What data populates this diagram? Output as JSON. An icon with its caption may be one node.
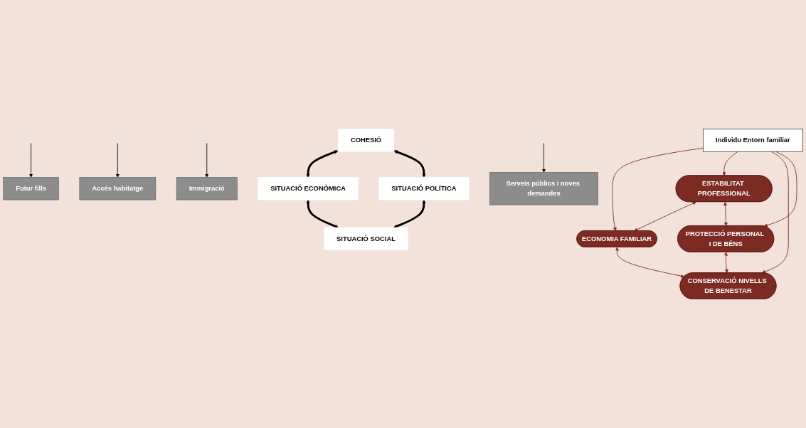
{
  "diagram": {
    "nodes": [
      {
        "text": [
          "SITUACIÓ ECONÒMICA"
        ]
      },
      {
        "text": [
          "Futur fills"
        ]
      },
      {
        "text": [
          "Accés habitatge"
        ]
      },
      {
        "text": [
          "ECONOMIA FAMILIAR"
        ]
      },
      {
        "text": [
          "COHESIÓ"
        ]
      },
      {
        "text": [
          "SITUACIÓ SOCIAL"
        ]
      },
      {
        "text": [
          "ESTABILITAT PROFESSIONAL"
        ]
      },
      {
        "text": [
          "Individu Entorn familiar"
        ]
      },
      {
        "text": [
          "CONSERVACIÓ NIVELLS DE BENESTAR"
        ]
      },
      {
        "text": [
          "PROTECCIÓ PERSONAL I DE BÉNS"
        ]
      },
      {
        "text": [
          "Immigració"
        ]
      },
      {
        "text": [
          "Serveis públics i noves demandes"
        ]
      },
      {
        "text": [
          "SITUACIÓ POLÍTICA"
        ]
      }
    ],
    "edges": [
      {
        "from": 4,
        "to": 0,
        "arrow": "both",
        "style": "thick"
      },
      {
        "from": 0,
        "to": 5,
        "arrow": "both",
        "style": "thick"
      },
      {
        "from": 4,
        "to": 12,
        "arrow": "both",
        "style": "thick"
      },
      {
        "from": 12,
        "to": 5,
        "arrow": "both",
        "style": "thick"
      },
      {
        "from": null,
        "to": 1,
        "arrow": "to"
      },
      {
        "from": null,
        "to": 2,
        "arrow": "to"
      },
      {
        "from": 7,
        "to": 3,
        "arrow": "to",
        "color": "#7b2b22"
      },
      {
        "from": 7,
        "to": 6,
        "arrow": "to",
        "color": "#7b2b22"
      },
      {
        "from": 7,
        "to": 8,
        "arrow": "to",
        "color": "#7b2b22"
      },
      {
        "from": 7,
        "to": 9,
        "arrow": "to",
        "color": "#7b2b22"
      },
      {
        "from": 6,
        "to": 3,
        "arrow": "both",
        "color": "#7b2b22"
      },
      {
        "from": 3,
        "to": 8,
        "arrow": "both",
        "color": "#7b2b22"
      },
      {
        "from": 6,
        "to": 9,
        "arrow": "both",
        "color": "#7b2b22"
      },
      {
        "from": 9,
        "to": 8,
        "arrow": "both",
        "color": "#7b2b22"
      },
      {
        "from": null,
        "to": 10,
        "arrow": "to"
      },
      {
        "from": null,
        "to": 11,
        "arrow": "to"
      }
    ]
  }
}
